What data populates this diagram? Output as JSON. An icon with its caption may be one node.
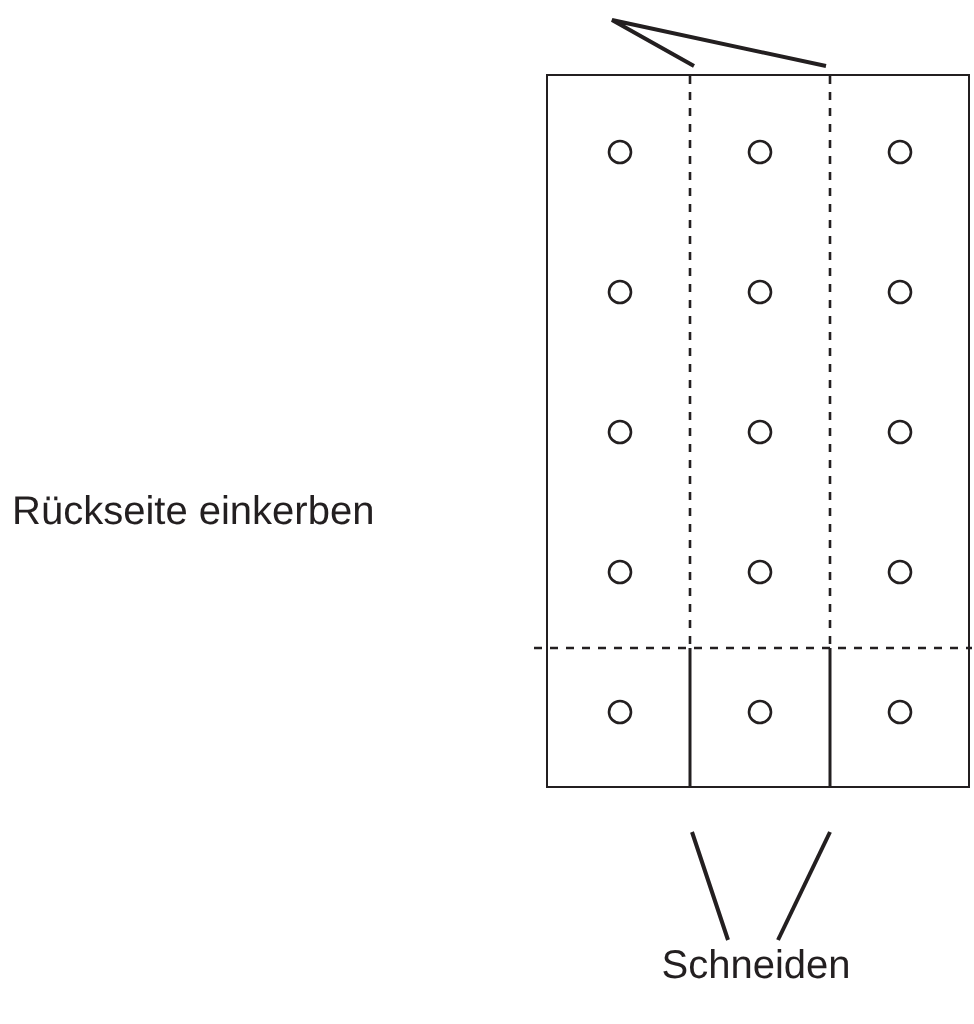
{
  "diagram": {
    "nodes": [
      {
        "text": [],
        "shape": "box"
      },
      {
        "text": [
          "Schneiden"
        ]
      }
    ],
    "edges": [
      {
        "from": 1,
        "to": null,
        "arrow": "none"
      },
      {
        "from": 1,
        "to": null,
        "arrow": "none"
      }
    ],
    "labels": [
      "Rückseite einkerben"
    ]
  }
}
